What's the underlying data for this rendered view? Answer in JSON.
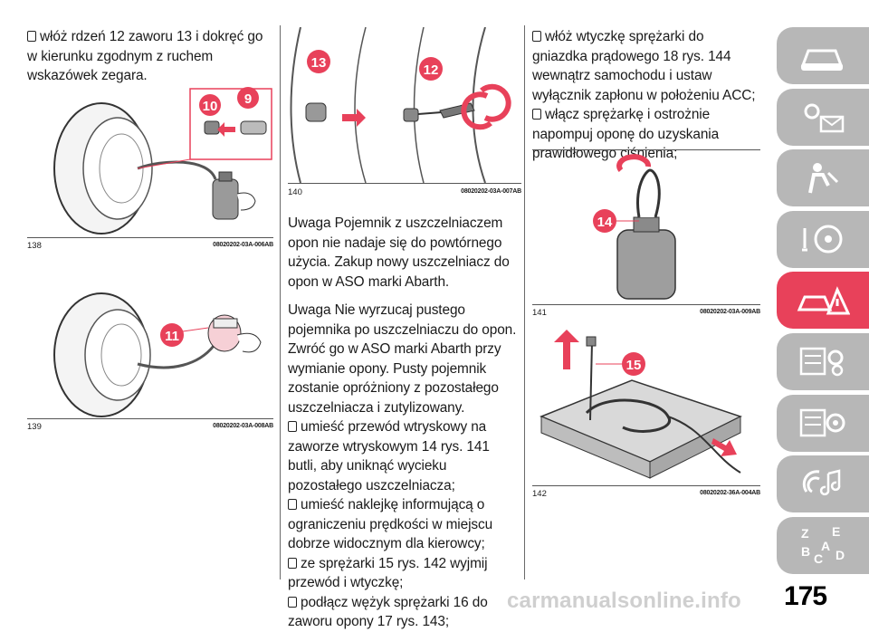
{
  "col1": {
    "intro": "włóż rdzeń 12 zaworu 13 i dokręć go w kierunku zgodnym z ruchem wskazówek zegara.",
    "fig138": {
      "num": "138",
      "code": "08020202-03A-006AB",
      "badges": [
        "10",
        "9"
      ]
    },
    "fig139": {
      "num": "139",
      "code": "08020202-03A-008AB",
      "badges": [
        "11"
      ]
    }
  },
  "col2": {
    "fig140": {
      "num": "140",
      "code": "08020202-03A-007AB",
      "badges": [
        "13",
        "12"
      ]
    },
    "note1": "Uwaga Pojemnik z uszczelniaczem opon nie nadaje się do powtórnego użycia. Zakup nowy uszczelniacz do opon w ASO marki Abarth.",
    "note2": "Uwaga Nie wyrzucaj pustego pojemnika po uszczelniaczu do opon. Zwróć go w ASO marki Abarth przy wymianie opony. Pusty pojemnik zostanie opróżniony z pozostałego uszczelniacza i zutylizowany.",
    "bullets": [
      "umieść przewód wtryskowy na zaworze wtryskowym 14 rys. 141 butli, aby uniknąć wycieku pozostałego uszczelniacza;",
      "umieść naklejkę informującą o ograniczeniu prędkości w miejscu dobrze widocznym dla kierowcy;",
      "ze sprężarki 15 rys. 142 wyjmij przewód i wtyczkę;",
      "podłącz wężyk sprężarki 16 do zaworu opony 17 rys. 143;"
    ]
  },
  "col3": {
    "bullets": [
      "włóż wtyczkę sprężarki do gniazdka prądowego 18 rys. 144 wewnątrz samochodu i ustaw wyłącznik zapłonu w położeniu ACC;",
      "włącz sprężarkę i ostrożnie napompuj oponę do uzyskania prawidłowego ciśnienia;"
    ],
    "fig141": {
      "num": "141",
      "code": "08020202-03A-009AB",
      "badges": [
        "14"
      ]
    },
    "fig142": {
      "num": "142",
      "code": "08020202-36A-004AB",
      "badges": [
        "15"
      ]
    }
  },
  "sidebar": {
    "tabs": [
      {
        "icon": "car-dashboard-icon",
        "active": false
      },
      {
        "icon": "warning-lights-icon",
        "active": false
      },
      {
        "icon": "safety-airbag-icon",
        "active": false
      },
      {
        "icon": "starting-driving-icon",
        "active": false
      },
      {
        "icon": "emergency-icon",
        "active": true
      },
      {
        "icon": "maintenance-icon",
        "active": false
      },
      {
        "icon": "technical-data-icon",
        "active": false
      },
      {
        "icon": "multimedia-icon",
        "active": false
      },
      {
        "icon": "index-icon",
        "active": false
      }
    ],
    "index_letters": [
      "Z",
      "E",
      "A",
      "B",
      "C",
      "D"
    ]
  },
  "page_number": "175",
  "watermark": "carmanualsonline.info",
  "colors": {
    "badge": "#e8415a",
    "tab": "#b7b7b7",
    "tab_active": "#e8415a",
    "arrow": "#e8415a"
  }
}
